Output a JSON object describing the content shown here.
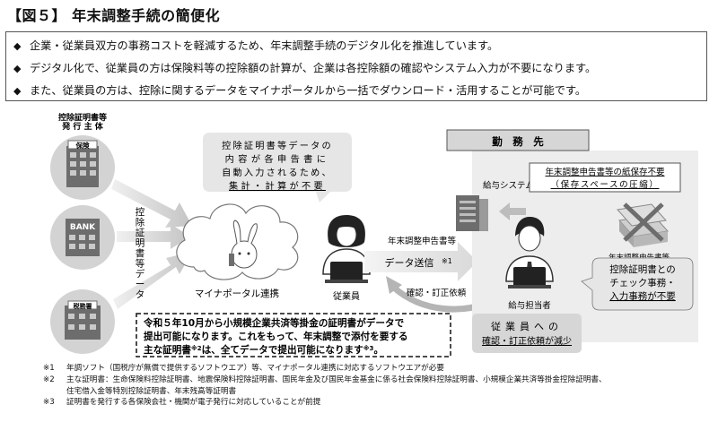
{
  "title": "【図５】 年末調整手続の簡便化",
  "bullets": [
    {
      "marker": "◆",
      "text": "企業・従業員双方の事務コストを軽減するため、年末調整手続のデジタル化を推進しています。"
    },
    {
      "marker": "◆",
      "text": "デジタル化で、従業員の方は保険料等の控除額の計算が、企業は各控除額の確認やシステム入力が不要になります。"
    },
    {
      "marker": "◆",
      "text": "また、従業員の方は、控除に関するデータをマイナポータルから一括でダウンロード・活用することが可能です。"
    }
  ],
  "issuers": {
    "heading_line1": "控除証明書等",
    "heading_line2": "発 行 主 体",
    "bank_label": "BANK",
    "hoken_label": "保険",
    "zeimusho_label": "税務署"
  },
  "flow_label": "控除証明書等データ",
  "mynaportal_label": "マイナポータル連携",
  "callout_top": {
    "line1": "控除証明書等データの",
    "line2": "内容が各申告書に",
    "line3": "自動入力されるため、",
    "line4": "集計・計算が不要"
  },
  "employee_label": "従業員",
  "arrow_top_label": "年末調整申告書等",
  "arrow_main_label": "データ送信",
  "arrow_main_note": "※1",
  "arrow_back_label": "確認・訂正依頼",
  "employer": {
    "title": "勤　務　先",
    "system_label": "給与システム等",
    "paper_note_line1": "年末調整申告書等の紙保存不要",
    "paper_note_line2": "（保存スペースの圧縮）",
    "paper_label": "年末調整申告書等",
    "staff_label": "給与担当者",
    "check_note_line1": "控除証明書との",
    "check_note_line2": "チェック事務・",
    "check_note_line3": "入力事務が不要",
    "employee_note_line1": "従業員への",
    "employee_note_line2": "確認・訂正依頼が減少"
  },
  "dashed_box": {
    "line1": "令和５年10月から小規模企業共済等掛金の証明書がデータで",
    "line2": "提出可能になります。これをもって、年末調整で添付を要する",
    "line3a": "主な証明書",
    "line3_note": "※2",
    "line3b": "は、全てデータで提出可能になります",
    "line3_note2": "※3",
    "line3c": "。"
  },
  "footnotes": [
    {
      "mark": "※1",
      "text": "年調ソフト（国税庁が無償で提供するソフトウエア）等、マイナポータル連携に対応するソフトウエアが必要"
    },
    {
      "mark": "※2",
      "text": "主な証明書：生命保険料控除証明書、地震保険料控除証明書、国民年金及び国民年金基金に係る社会保険料控除証明書、小規模企業共済等掛金控除証明書、"
    },
    {
      "mark": "",
      "text": "住宅借入金等特別控除証明書、年末残高等証明書"
    },
    {
      "mark": "※3",
      "text": "証明書を発行する各保険会社・機関が電子発行に対応していることが前提"
    }
  ],
  "colors": {
    "frame": "#555555",
    "callout_gray": "#e6e6e6",
    "building_gray": "#8c8c8c",
    "arrow_gray": "#bdbdbd",
    "employer_bg": "#ededed"
  }
}
